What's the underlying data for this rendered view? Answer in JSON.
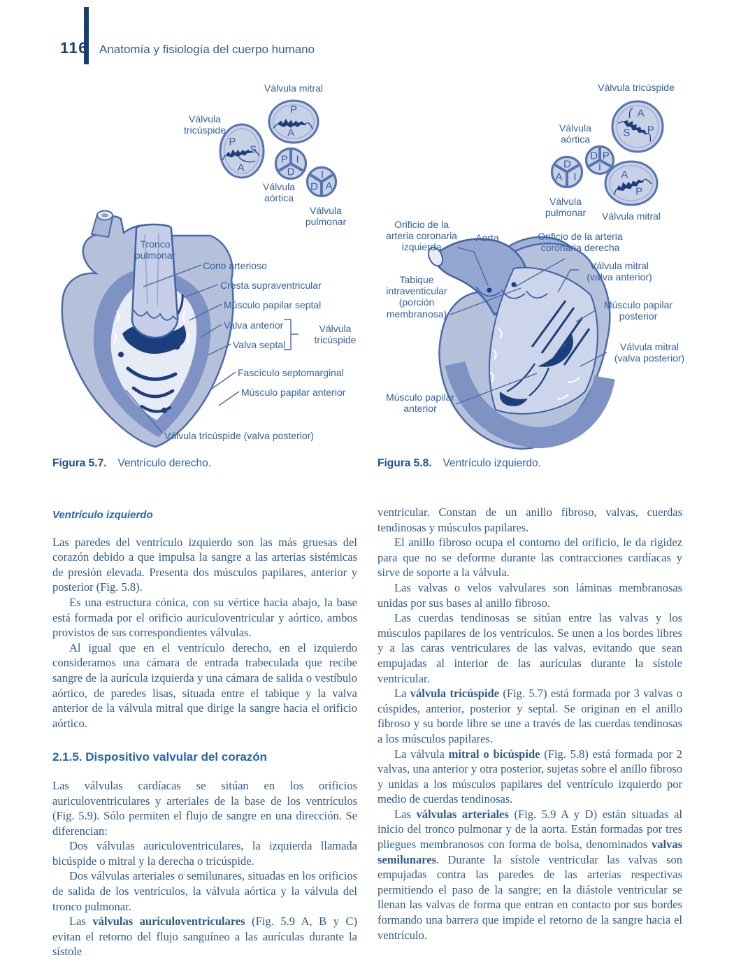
{
  "header": {
    "page_number": "116",
    "title": "Anatomía y fisiología del cuerpo humano"
  },
  "colors": {
    "navy": "#16406f",
    "label_blue": "#31619f",
    "body_text_blue": "#2d5a87",
    "heading_blue": "#2565ab",
    "illustration_light": "#b5c0db",
    "illustration_mid": "#7e92c3",
    "illustration_dark": "#1c3e7c"
  },
  "figure_57": {
    "valves": {
      "mitral": {
        "label": "Válvula mitral",
        "letters": [
          "P",
          "A"
        ]
      },
      "tricuspide": {
        "label": "Válvula\ntricúspide",
        "letters": [
          "P",
          "S",
          "A"
        ]
      },
      "aortica": {
        "label": "Válvula\naórtica",
        "letters": [
          "P",
          "I",
          "D"
        ]
      },
      "pulmonar": {
        "label": "Válvula\npulmonar",
        "letters": [
          "I",
          "D",
          "A"
        ]
      }
    },
    "heart_label": "Tronco\npulmonar",
    "callouts": {
      "cono": "Cono arterioso",
      "cresta": "Cresta supraventricular",
      "musculo_septal": "Músculo papilar septal",
      "valva_anterior": "Valva anterior",
      "valva_septal": "Valva septal",
      "valvula_tricuspide": "Válvula\ntricúspide",
      "fasciculo": "Fascículo septomarginal",
      "musculo_anterior": "Músculo papilar anterior",
      "valva_posterior": "Válvula tricúspide (valva posterior)"
    },
    "caption": {
      "label": "Figura 5.7.",
      "text": "Ventrículo derecho."
    }
  },
  "figure_58": {
    "valves": {
      "tricuspide": {
        "label": "Válvula tricúspide",
        "letters": [
          "A",
          "S",
          "P"
        ]
      },
      "aortica": {
        "label": "Válvula\naórtica",
        "letters": [
          "D",
          "P",
          "I"
        ]
      },
      "pulmonar": {
        "label": "Válvula\npulmonar",
        "letters": [
          "D",
          "A",
          "I"
        ]
      },
      "mitral": {
        "label": "Válvula mitral",
        "letters": [
          "A",
          "P"
        ]
      }
    },
    "heart_label": "Aorta",
    "callouts": {
      "orificio_izq": "Orificio de la\narteria coronaria\nizquierda",
      "tabique": "Tabique\nintraventicular\n(porción\nmembranosa)",
      "musculo_anterior": "Músculo papilar\nanterior",
      "orificio_der": "Orificio de la arteria\ncoronaria derecha",
      "mitral_anterior": "Válvula mitral\n(valva anterior)",
      "musculo_posterior": "Músculo papilar\nposterior",
      "mitral_posterior": "Válvula mitral\n(valva posterior)"
    },
    "caption": {
      "label": "Figura 5.8.",
      "text": "Ventrículo izquierdo."
    }
  },
  "left_column": {
    "heading": "Ventrículo izquierdo",
    "paragraphs_before": [
      {
        "indent": false,
        "segments": [
          {
            "text": "Las paredes del ventrículo izquierdo son las más gruesas del corazón debido a que impulsa la sangre a las arterias sistémicas de presión elevada. Presenta dos músculos papilares, anterior y posterior (Fig. 5.8).",
            "bold": false
          }
        ]
      },
      {
        "indent": true,
        "segments": [
          {
            "text": "Es una estructura cónica, con su vértice hacia abajo, la base está formada por el orificio auriculoventricular y aórtico, ambos provistos de sus correspondientes válvulas.",
            "bold": false
          }
        ]
      },
      {
        "indent": true,
        "segments": [
          {
            "text": "Al igual que en el ventrículo derecho, en el izquierdo consideramos una cámara de entrada trabeculada que recibe sangre de la aurícula izquierda y una cámara de salida o vestíbulo aórtico, de paredes lisas, situada entre el tabique y la valva anterior de la válvula mitral que dirige la sangre hacia el orificio aórtico.",
            "bold": false
          }
        ]
      }
    ],
    "section_heading": "2.1.5.  Dispositivo valvular del corazón",
    "paragraphs_after": [
      {
        "indent": false,
        "segments": [
          {
            "text": "Las válvulas cardíacas se sitúan en los orificios auriculoventriculares y arteriales de la base de los ventrículos (Fig. 5.9). Sólo permiten el flujo de sangre en una dirección. Se diferencian:",
            "bold": false
          }
        ]
      },
      {
        "indent": true,
        "segments": [
          {
            "text": "Dos válvulas auriculoventriculares, la izquierda llamada bicúspide o mitral y la derecha o tricúspide.",
            "bold": false
          }
        ]
      },
      {
        "indent": true,
        "segments": [
          {
            "text": "Dos válvulas arteriales o semilunares, situadas en los orificios de salida de los ventrículos, la válvula aórtica y la válvula del tronco pulmonar.",
            "bold": false
          }
        ]
      },
      {
        "indent": true,
        "segments": [
          {
            "text": "Las ",
            "bold": false
          },
          {
            "text": "válvulas auriculoventriculares",
            "bold": true
          },
          {
            "text": " (Fig. 5.9 A, B y C) evitan el retorno del flujo sanguíneo a las aurículas durante la sístole",
            "bold": false
          }
        ]
      }
    ]
  },
  "right_column": {
    "paragraphs": [
      {
        "indent": false,
        "segments": [
          {
            "text": "ventricular. Constan de un anillo fibroso, valvas, cuerdas tendinosas y músculos papilares.",
            "bold": false
          }
        ]
      },
      {
        "indent": true,
        "segments": [
          {
            "text": "El anillo fibroso ocupa el contorno del orificio, le da rigidez para que no se deforme durante las contracciones cardíacas y sirve de soporte a la válvula.",
            "bold": false
          }
        ]
      },
      {
        "indent": true,
        "segments": [
          {
            "text": "Las valvas o velos valvulares son láminas membranosas unidas por sus bases al anillo fibroso.",
            "bold": false
          }
        ]
      },
      {
        "indent": true,
        "segments": [
          {
            "text": "Las cuerdas tendinosas se sitúan entre las valvas y los músculos papilares de los ventrículos. Se unen a los bordes libres y a las caras ventriculares de las valvas, evitando que sean empujadas al interior de las aurículas durante la sístole ventricular.",
            "bold": false
          }
        ]
      },
      {
        "indent": true,
        "segments": [
          {
            "text": "La ",
            "bold": false
          },
          {
            "text": "válvula tricúspide",
            "bold": true
          },
          {
            "text": " (Fig. 5.7) está formada por 3 valvas o cúspides, anterior, posterior y septal. Se originan en el anillo fibroso y su borde libre se une a través de las cuerdas tendinosas a los músculos papilares.",
            "bold": false
          }
        ]
      },
      {
        "indent": true,
        "segments": [
          {
            "text": "La válvula ",
            "bold": false
          },
          {
            "text": "mitral o bicúspide",
            "bold": true
          },
          {
            "text": " (Fig. 5.8) está formada por 2 valvas, una anterior y otra posterior, sujetas sobre el anillo fibroso y unidas a los músculos papilares del ventrículo izquierdo por medio de cuerdas tendinosas.",
            "bold": false
          }
        ]
      },
      {
        "indent": true,
        "segments": [
          {
            "text": "Las ",
            "bold": false
          },
          {
            "text": "válvulas arteriales",
            "bold": true
          },
          {
            "text": " (Fig. 5.9 A y D) están situadas al inicio del tronco pulmonar y de la aorta. Están formadas por tres pliegues membranosos con forma de bolsa, denominados ",
            "bold": false
          },
          {
            "text": "valvas semilunares",
            "bold": true
          },
          {
            "text": ". Durante la sístole ventricular las valvas son empujadas contra las paredes de las arterias respectivas permitiendo el paso de la sangre; en la diástole ventricular se llenan las valvas de forma que entran en contacto por sus bordes formando una barrera que impide el retorno de la sangre hacia el ventrículo.",
            "bold": false
          }
        ]
      }
    ]
  }
}
